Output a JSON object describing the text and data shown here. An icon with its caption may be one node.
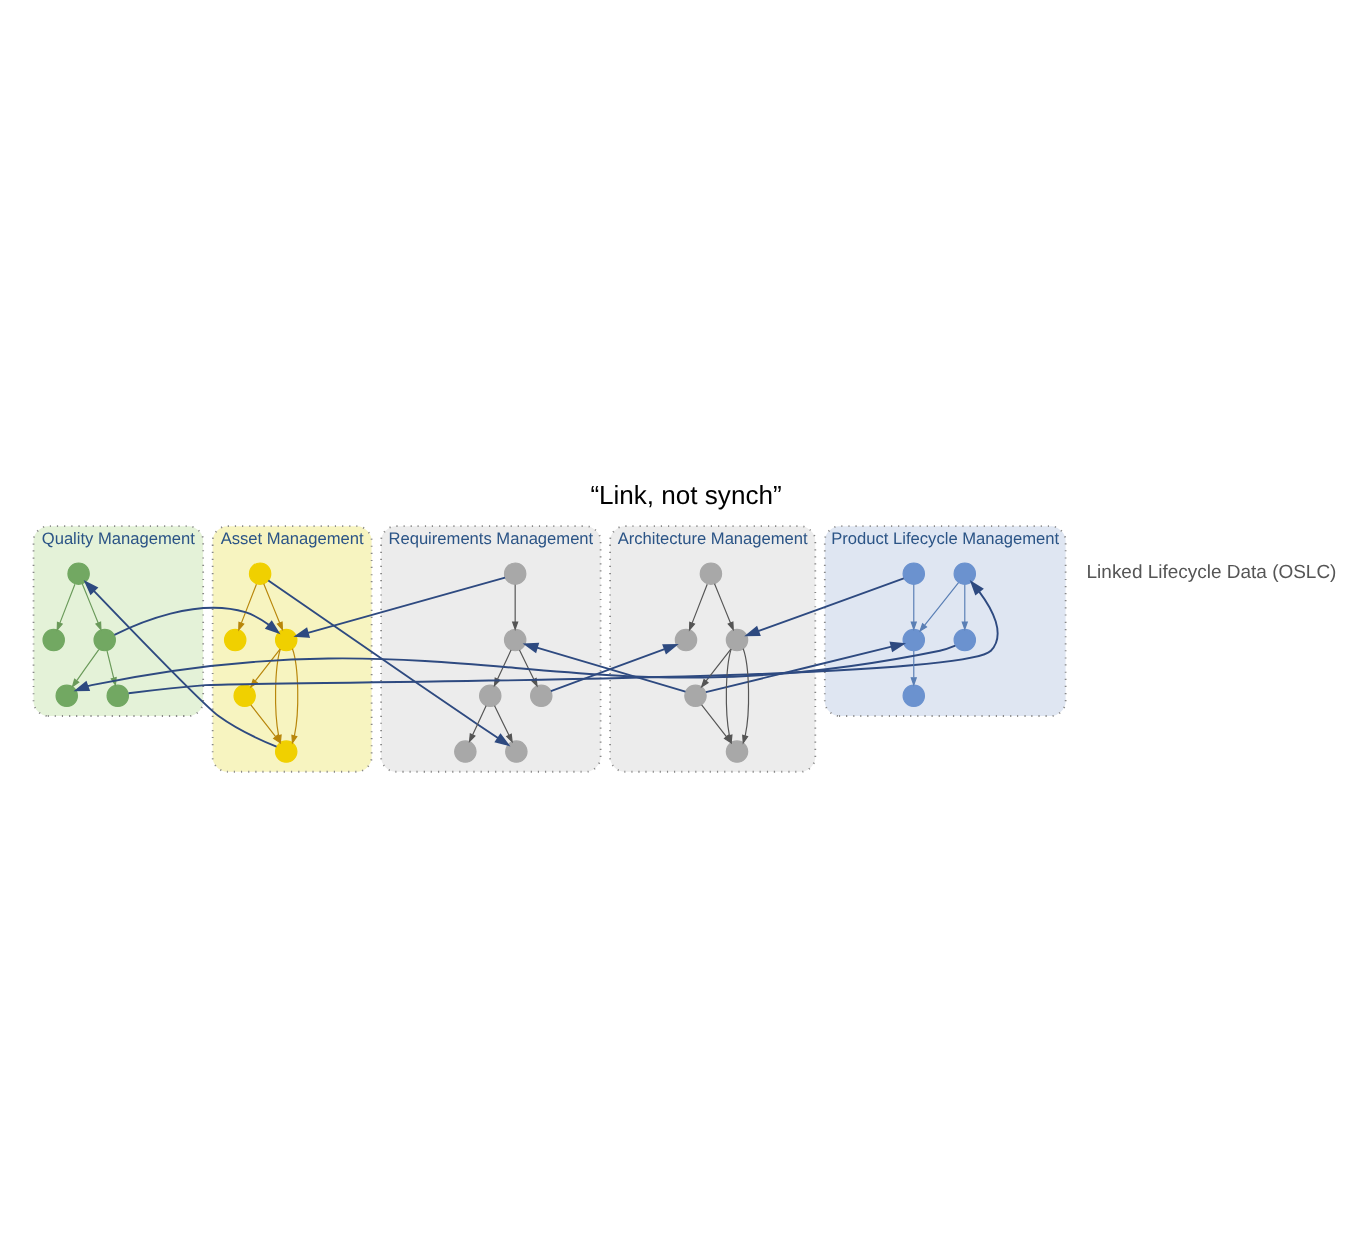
{
  "diagram": {
    "title": "“Link, not synch”",
    "nodes": [
      {
        "text": [
          "Asset Management"
        ]
      },
      {
        "text": [],
        "shape": "circle",
        "in": 0
      },
      {
        "text": [],
        "shape": "circle",
        "in": 0
      },
      {
        "text": [],
        "shape": "circle",
        "in": 0
      },
      {
        "text": [],
        "shape": "circle",
        "in": 0
      },
      {
        "text": [],
        "shape": "circle",
        "in": 0
      },
      {
        "text": [
          "Requirements Management"
        ]
      },
      {
        "text": [],
        "shape": "circle",
        "in": 6
      },
      {
        "text": [],
        "shape": "circle",
        "in": 6
      },
      {
        "text": [],
        "shape": "circle",
        "in": 6
      },
      {
        "text": [],
        "shape": "circle",
        "in": 6
      },
      {
        "text": [],
        "shape": "circle",
        "in": 6
      },
      {
        "text": [],
        "shape": "circle",
        "in": 6
      },
      {
        "text": [
          "Quality Management"
        ]
      },
      {
        "text": [],
        "shape": "circle",
        "in": 13
      },
      {
        "text": [],
        "shape": "circle",
        "in": 13
      },
      {
        "text": [],
        "shape": "circle",
        "in": 13
      },
      {
        "text": [],
        "shape": "circle",
        "in": 13
      },
      {
        "text": [],
        "shape": "circle",
        "in": 13
      },
      {
        "text": [
          "Architecture Management"
        ]
      },
      {
        "text": [],
        "shape": "circle",
        "in": 19
      },
      {
        "text": [],
        "shape": "circle",
        "in": 19
      },
      {
        "text": [],
        "shape": "circle",
        "in": 19
      },
      {
        "text": [],
        "shape": "circle",
        "in": 19
      },
      {
        "text": [],
        "shape": "circle",
        "in": 19
      },
      {
        "text": [
          "Product Lifecycle Management"
        ]
      },
      {
        "text": [],
        "shape": "circle",
        "in": 25
      },
      {
        "text": [],
        "shape": "circle",
        "in": 25
      },
      {
        "text": [],
        "shape": "circle",
        "in": 25
      },
      {
        "text": [],
        "shape": "circle",
        "in": 25
      },
      {
        "text": [],
        "shape": "circle",
        "in": 25
      }
    ],
    "edges": [
      {
        "from": 3,
        "to": 1,
        "arrow": "to",
        "color": "#b8860b"
      },
      {
        "from": 5,
        "to": 2,
        "arrow": "to",
        "color": "#b8860b"
      },
      {
        "from": 2,
        "to": 4,
        "arrow": "to",
        "color": "#b8860b"
      },
      {
        "from": 3,
        "to": 5,
        "arrow": "to",
        "color": "#b8860b"
      },
      {
        "from": 5,
        "to": 4,
        "arrow": "to",
        "color": "#b8860b"
      },
      {
        "from": 5,
        "to": 4,
        "arrow": "to",
        "color": "#b8860b"
      },
      {
        "from": 9,
        "to": 7,
        "arrow": "to",
        "color": "#555555"
      },
      {
        "from": 9,
        "to": 8,
        "arrow": "to",
        "color": "#555555"
      },
      {
        "from": 11,
        "to": 9,
        "arrow": "to",
        "color": "#555555"
      },
      {
        "from": 10,
        "to": 11,
        "arrow": "to",
        "color": "#555555"
      },
      {
        "from": 11,
        "to": 12,
        "arrow": "to",
        "color": "#555555"
      },
      {
        "from": 14,
        "to": 15,
        "arrow": "to",
        "color": "#6a9a5a"
      },
      {
        "from": 14,
        "to": 16,
        "arrow": "to",
        "color": "#6a9a5a"
      },
      {
        "from": 16,
        "to": 17,
        "arrow": "to",
        "color": "#6a9a5a"
      },
      {
        "from": 16,
        "to": 18,
        "arrow": "to",
        "color": "#6a9a5a"
      },
      {
        "from": 22,
        "to": 20,
        "arrow": "to",
        "color": "#555555"
      },
      {
        "from": 24,
        "to": 21,
        "arrow": "to",
        "color": "#555555"
      },
      {
        "from": 21,
        "to": 23,
        "arrow": "to",
        "color": "#555555"
      },
      {
        "from": 22,
        "to": 24,
        "arrow": "to",
        "color": "#555555"
      },
      {
        "from": 24,
        "to": 23,
        "arrow": "to",
        "color": "#555555"
      },
      {
        "from": 24,
        "to": 23,
        "arrow": "to",
        "color": "#555555"
      },
      {
        "from": 27,
        "to": 26,
        "arrow": "to",
        "color": "#5a7fb5"
      },
      {
        "from": 26,
        "to": 28,
        "arrow": "to",
        "color": "#5a7fb5"
      },
      {
        "from": 29,
        "to": 26,
        "arrow": "to",
        "color": "#5a7fb5"
      },
      {
        "from": 27,
        "to": 30,
        "arrow": "to",
        "color": "#5a7fb5"
      },
      {
        "from": 3,
        "to": 8,
        "arrow": "to"
      },
      {
        "from": 10,
        "to": 5,
        "arrow": "to"
      },
      {
        "from": 16,
        "to": 5,
        "arrow": "to"
      },
      {
        "from": 4,
        "to": 14,
        "arrow": "to"
      },
      {
        "from": 21,
        "to": 11,
        "arrow": "to"
      },
      {
        "from": 12,
        "to": 20,
        "arrow": "to"
      },
      {
        "from": 21,
        "to": 26,
        "arrow": "to"
      },
      {
        "from": 18,
        "to": 27,
        "arrow": "to"
      },
      {
        "from": 30,
        "to": 17,
        "arrow": "to"
      },
      {
        "from": 29,
        "to": 24,
        "arrow": "to"
      }
    ],
    "labels": [
      "Linked Lifecycle Data (OSLC)"
    ]
  }
}
